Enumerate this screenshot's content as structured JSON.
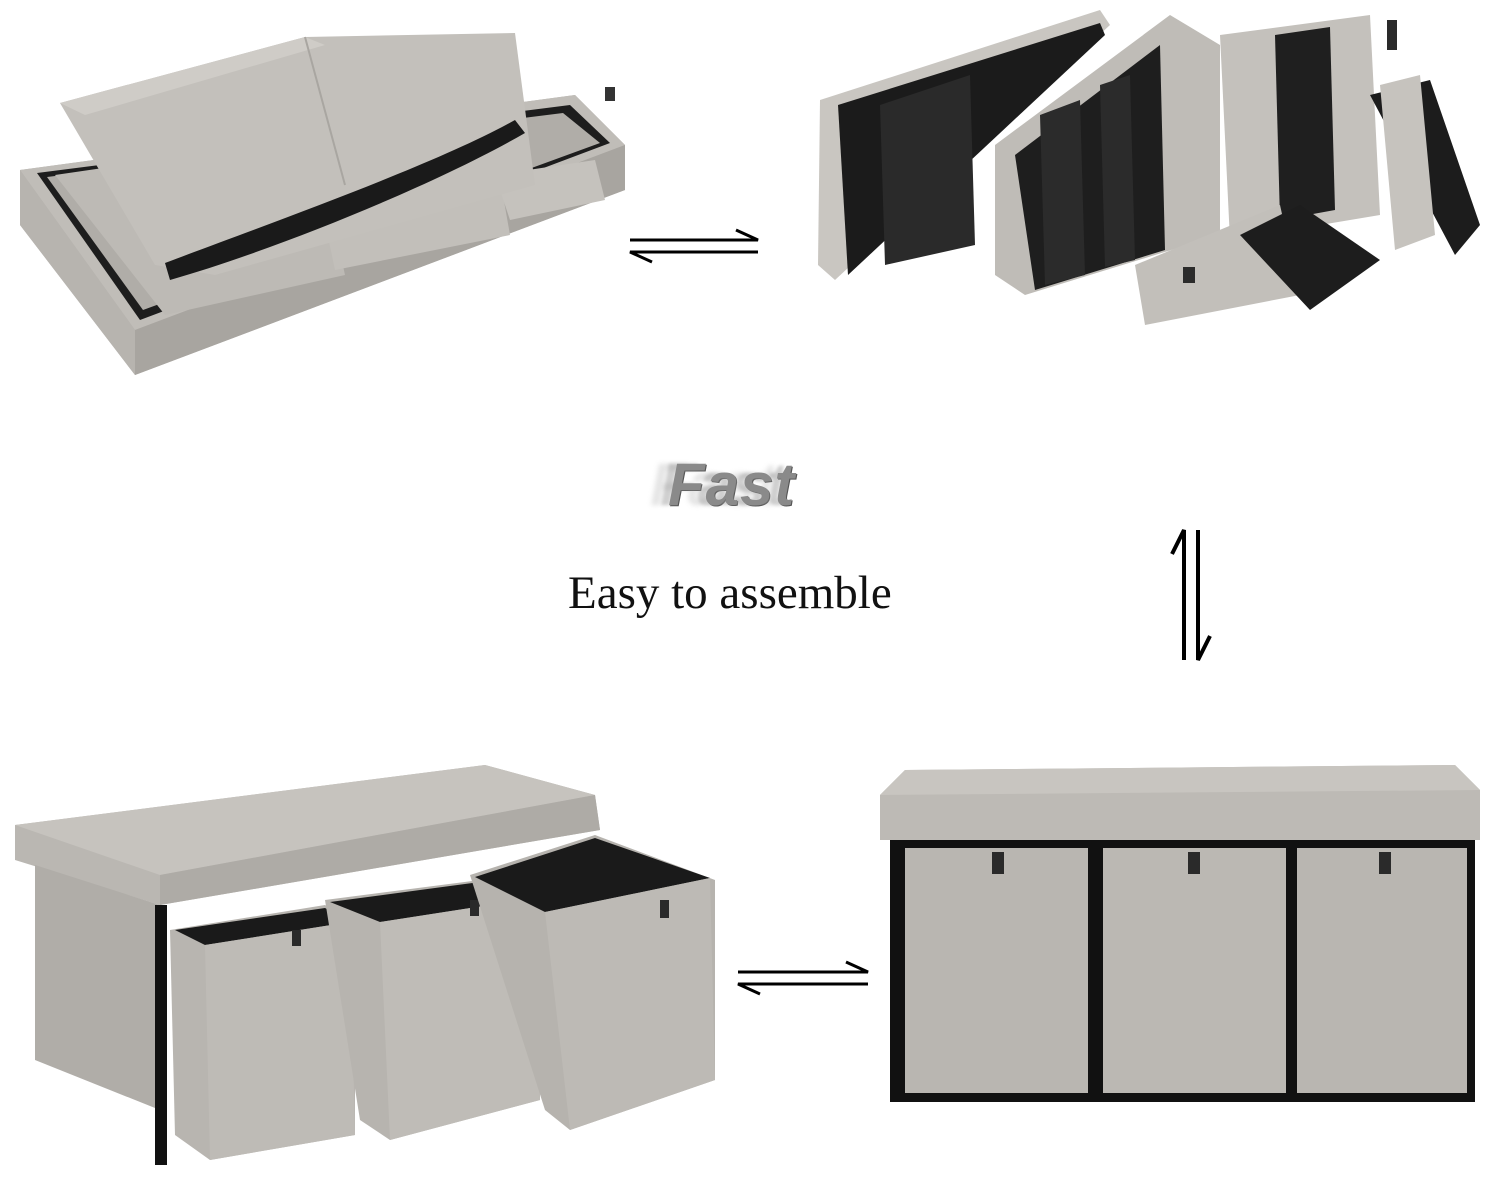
{
  "headline": {
    "text": "Fast"
  },
  "tagline": {
    "text": "Easy to assemble"
  },
  "panels": {
    "folded_flat": "folded-flat-bench-image",
    "unfolded_parts": "unfolded-panels-image",
    "drawers_open": "bench-with-drawers-open-image",
    "drawers_closed": "bench-with-drawers-closed-image"
  },
  "icons": {
    "exchange": "exchange-arrows-icon",
    "exchange_vertical": "exchange-arrows-vertical-icon"
  },
  "colors": {
    "fabric": "#b9b6b1",
    "fabric_dark": "#a5a29d",
    "lining": "#1a1a1a",
    "text": "#111111",
    "fast_text": "#8a8a8a"
  }
}
